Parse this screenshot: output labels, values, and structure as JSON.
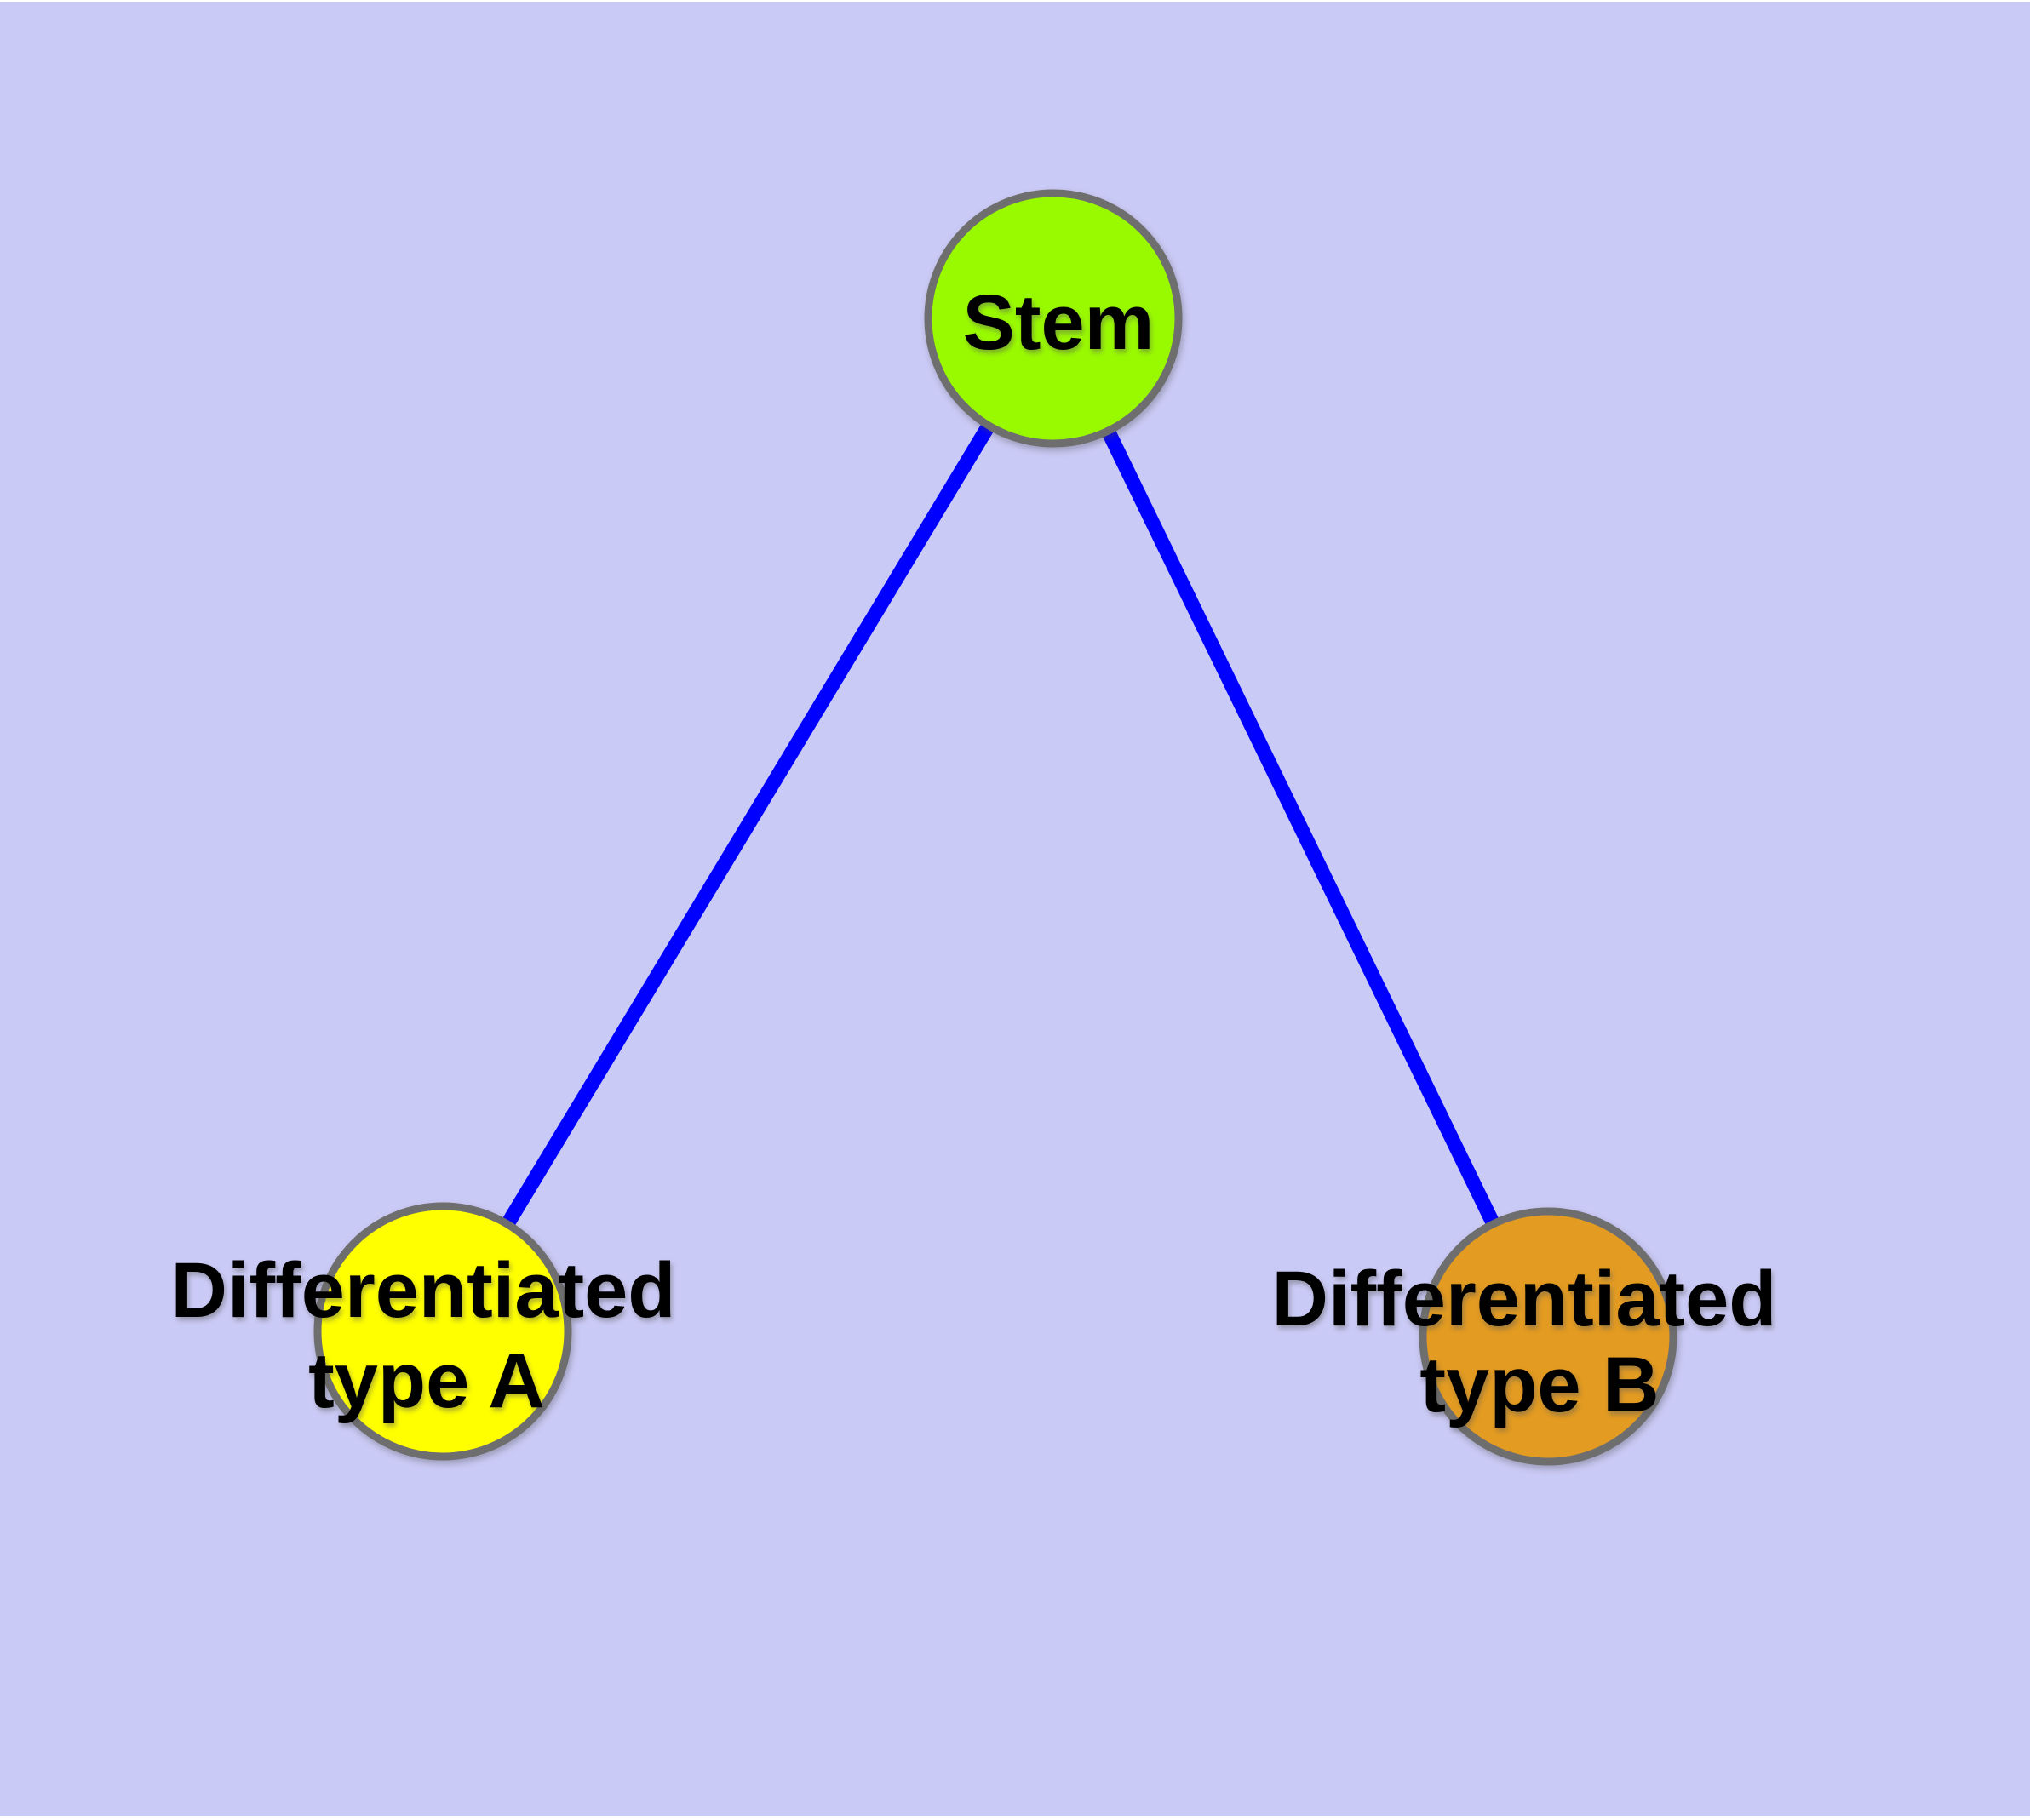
{
  "canvas": {
    "background_color": "#CACAF6",
    "margin_color": "#FFFFFF"
  },
  "nodes": {
    "stem": {
      "label": "Stem",
      "fill": "#99FA00",
      "border_color": "#6E6E6E"
    },
    "diff_a": {
      "label_line1": "Differentiated",
      "label_line2": "type A",
      "fill": "#FFFF00",
      "border_color": "#6E6E6E"
    },
    "diff_b": {
      "label_line1": "Differentiated",
      "label_line2": "type B",
      "fill": "#E39B21",
      "border_color": "#6E6E6E"
    }
  },
  "edges": {
    "stem_to_diff_a": {
      "color": "#0000FF"
    },
    "stem_to_diff_b": {
      "color": "#0000FF"
    }
  }
}
